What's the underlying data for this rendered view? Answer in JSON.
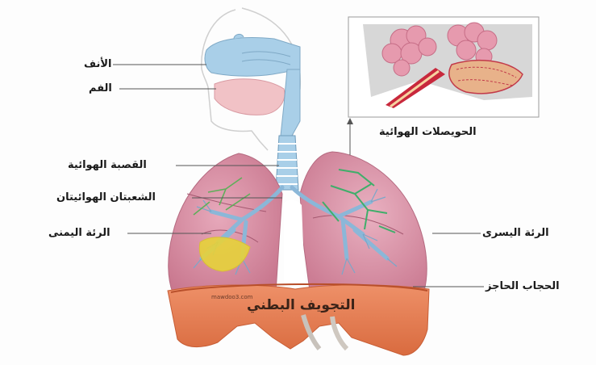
{
  "labels": {
    "nose": "الأنف",
    "mouth": "الفم",
    "trachea": "القصبة الهوائية",
    "bronchi": "الشعبتان الهوائيتان",
    "right_lung": "الرئة اليمنى",
    "alveoli": "الحويصلات الهوائية",
    "left_lung": "الرئة اليسرى",
    "diaphragm": "الحجاب الحاجز",
    "abdominal_cavity": "التجويف البطني"
  },
  "watermark": "mawdoo3.com",
  "colors": {
    "airway": "#a9cfe8",
    "lung": "#d88fa5",
    "abdomen": "#e8835a",
    "left_lung_vessels": "#3fae6a",
    "right_lung_vessels": "#e6d23a"
  }
}
